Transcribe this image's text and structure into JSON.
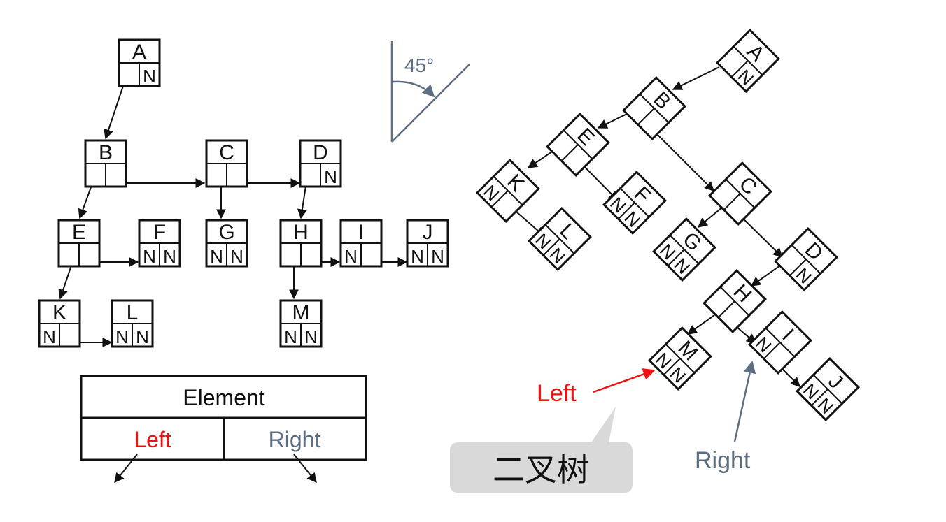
{
  "left_tree": {
    "nodes": [
      {
        "id": "A",
        "left": "",
        "right": "N"
      },
      {
        "id": "B",
        "left": "",
        "right": ""
      },
      {
        "id": "C",
        "left": "",
        "right": ""
      },
      {
        "id": "D",
        "left": "",
        "right": "N"
      },
      {
        "id": "E",
        "left": "",
        "right": ""
      },
      {
        "id": "F",
        "left": "N",
        "right": "N"
      },
      {
        "id": "G",
        "left": "N",
        "right": "N"
      },
      {
        "id": "H",
        "left": "",
        "right": ""
      },
      {
        "id": "I",
        "left": "N",
        "right": ""
      },
      {
        "id": "J",
        "left": "N",
        "right": "N"
      },
      {
        "id": "K",
        "left": "N",
        "right": ""
      },
      {
        "id": "L",
        "left": "N",
        "right": "N"
      },
      {
        "id": "M",
        "left": "N",
        "right": "N"
      }
    ]
  },
  "right_tree": {
    "nodes": [
      {
        "id": "A",
        "left": "",
        "right": "N"
      },
      {
        "id": "B",
        "left": "",
        "right": ""
      },
      {
        "id": "E",
        "left": "",
        "right": ""
      },
      {
        "id": "K",
        "left": "N",
        "right": ""
      },
      {
        "id": "F",
        "left": "N",
        "right": "N"
      },
      {
        "id": "L",
        "left": "N",
        "right": "N"
      },
      {
        "id": "C",
        "left": "",
        "right": ""
      },
      {
        "id": "G",
        "left": "N",
        "right": "N"
      },
      {
        "id": "D",
        "left": "",
        "right": "N"
      },
      {
        "id": "H",
        "left": "",
        "right": ""
      },
      {
        "id": "M",
        "left": "N",
        "right": "N"
      },
      {
        "id": "I",
        "left": "N",
        "right": ""
      },
      {
        "id": "J",
        "left": "N",
        "right": "N"
      }
    ]
  },
  "angle_label": "45°",
  "legend": {
    "element": "Element",
    "left": "Left",
    "right": "Right"
  },
  "callout_left": "Left",
  "callout_right": "Right",
  "subtitle": "二叉树",
  "colors": {
    "left": "#ee1111",
    "right": "#5c6e80",
    "line": "#111111",
    "subtitle_bg": "#d9d9d9"
  }
}
